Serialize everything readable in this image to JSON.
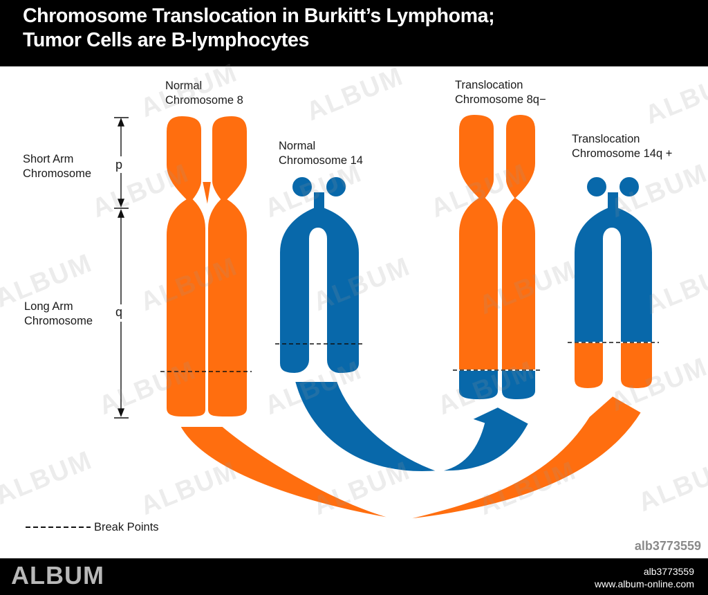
{
  "title": {
    "line1": "Chromosome Translocation in Burkitt’s Lymphoma;",
    "line2": "Tumor Cells are B-lymphocytes"
  },
  "labels": {
    "normal8_l1": "Normal",
    "normal8_l2": "Chromosome 8",
    "normal14_l1": "Normal",
    "normal14_l2": "Chromosome 14",
    "trans8_l1": "Translocation",
    "trans8_l2": "Chromosome 8q−",
    "trans14_l1": "Translocation",
    "trans14_l2": "Chromosome 14q +",
    "short_arm_l1": "Short Arm",
    "short_arm_l2": "Chromosome",
    "long_arm_l1": "Long Arm",
    "long_arm_l2": "Chromosome",
    "p": "p",
    "q": "q",
    "legend": "Break Points"
  },
  "watermark": {
    "text": "ALBUM",
    "brand": "ALBUM",
    "id": "alb3773559",
    "url": "www.album-online.com"
  },
  "colors": {
    "orange": "#ff6e0f",
    "blue": "#0868aa",
    "outline": "#e8e8e8"
  }
}
